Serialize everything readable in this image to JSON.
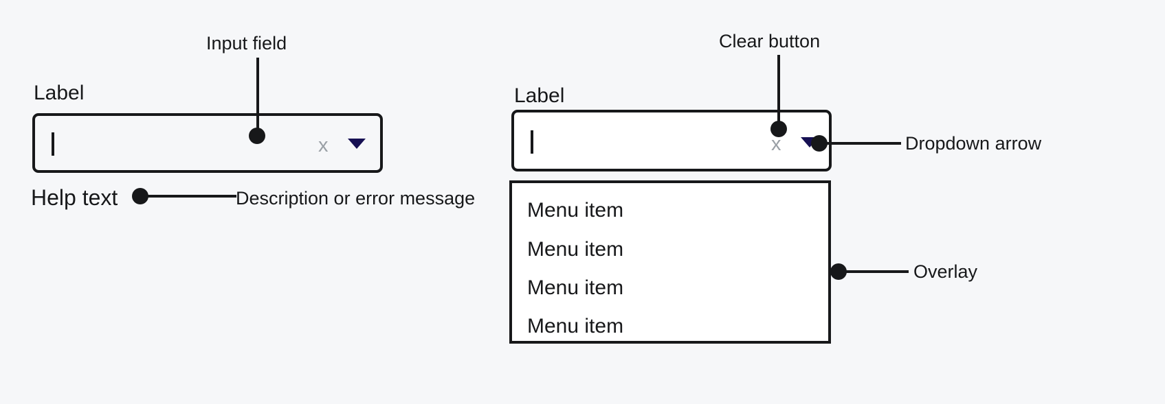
{
  "page": {
    "background_color": "#f6f7f9",
    "ink_color": "#17181a"
  },
  "left_group": {
    "label": "Label",
    "input": {
      "value": "",
      "caret_visible": true,
      "background": "transparent",
      "clear_icon": "x",
      "clear_icon_color": "#9aa0a6",
      "dropdown_arrow_icon": "▼",
      "dropdown_arrow_color": "#161053"
    },
    "help_text": "Help text",
    "callouts": {
      "input_field": "Input field",
      "help_text_description": "Description or error message"
    }
  },
  "right_group": {
    "label": "Label",
    "input": {
      "value": "",
      "caret_visible": true,
      "background": "#ffffff",
      "clear_icon": "x",
      "clear_icon_color": "#9aa0a6",
      "dropdown_arrow_icon": "▼",
      "dropdown_arrow_color": "#161053"
    },
    "overlay": {
      "items": [
        {
          "label": "Menu item"
        },
        {
          "label": "Menu item"
        },
        {
          "label": "Menu item"
        },
        {
          "label": "Menu item"
        }
      ]
    },
    "callouts": {
      "clear_button": "Clear button",
      "dropdown_arrow": "Dropdown arrow",
      "overlay": "Overlay"
    }
  }
}
